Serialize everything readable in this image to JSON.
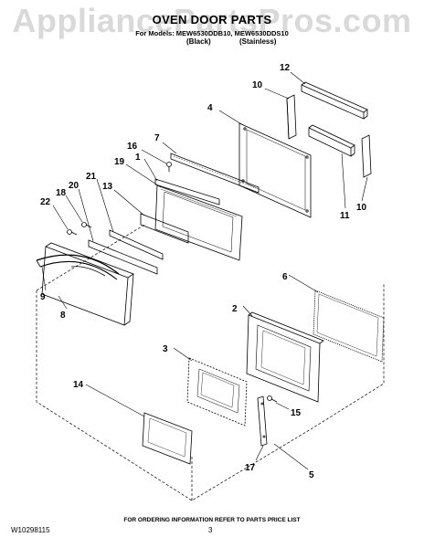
{
  "watermark": "AppliancePartsPros.com",
  "title": "OVEN DOOR PARTS",
  "subtitle": "For Models: MEW6530DDB10, MEW6530DDS10",
  "color_black": "(Black)",
  "color_stainless": "(Stainless)",
  "footer": "FOR ORDERING INFORMATION REFER TO PARTS PRICE LIST",
  "doc_number": "W10298115",
  "page_number": "3",
  "callouts": {
    "c1": "1",
    "c2": "2",
    "c3": "3",
    "c4": "4",
    "c5": "5",
    "c6": "6",
    "c7": "7",
    "c8": "8",
    "c9": "9",
    "c10a": "10",
    "c10b": "10",
    "c11": "11",
    "c12": "12",
    "c13": "13",
    "c14": "14",
    "c15": "15",
    "c16": "16",
    "c17": "17",
    "c18": "18",
    "c19": "19",
    "c20": "20",
    "c21": "21",
    "c22": "22"
  }
}
